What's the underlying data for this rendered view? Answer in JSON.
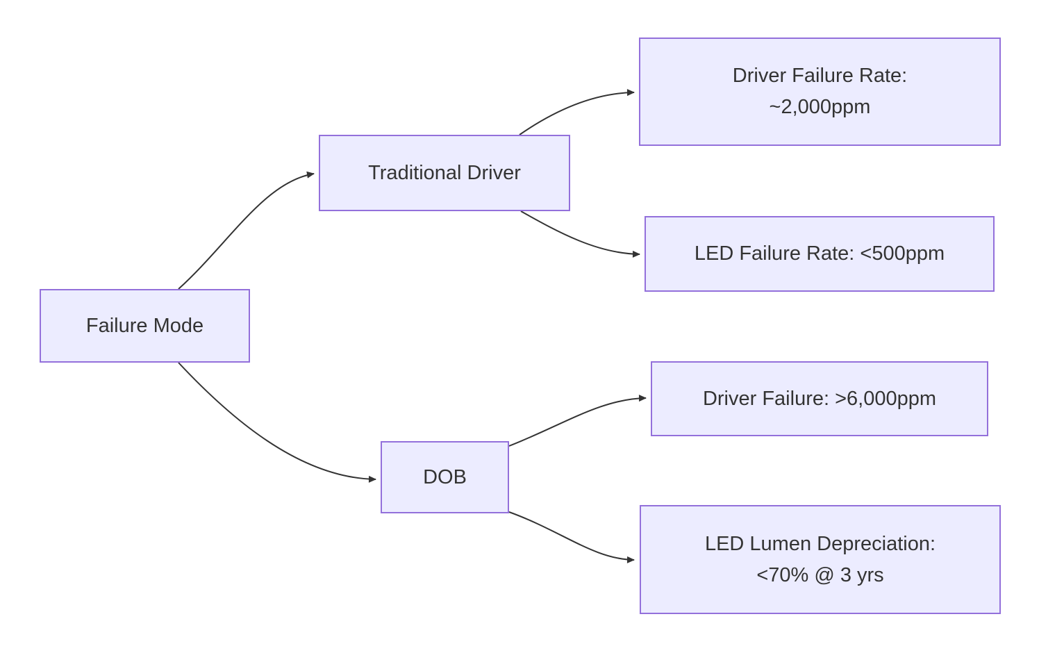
{
  "diagram": {
    "type": "flowchart",
    "colors": {
      "node_fill": "#ECECFF",
      "node_border": "#9370DB",
      "edge_stroke": "#333333",
      "text": "#333333",
      "background": "#FFFFFF"
    },
    "nodes": {
      "failure_mode": {
        "label": "Failure Mode"
      },
      "traditional_driver": {
        "label": "Traditional Driver"
      },
      "dob": {
        "label": "DOB"
      },
      "driver_failure_rate": {
        "line1": "Driver Failure Rate:",
        "line2": "~2,000ppm"
      },
      "led_failure_rate": {
        "label": "LED Failure Rate: <500ppm"
      },
      "driver_failure": {
        "label": "Driver Failure: >6,000ppm"
      },
      "led_lumen_depreciation": {
        "line1": "LED Lumen Depreciation:",
        "line2": "<70% @ 3 yrs"
      }
    },
    "edges": [
      {
        "from": "failure_mode",
        "to": "traditional_driver"
      },
      {
        "from": "failure_mode",
        "to": "dob"
      },
      {
        "from": "traditional_driver",
        "to": "driver_failure_rate"
      },
      {
        "from": "traditional_driver",
        "to": "led_failure_rate"
      },
      {
        "from": "dob",
        "to": "driver_failure"
      },
      {
        "from": "dob",
        "to": "led_lumen_depreciation"
      }
    ]
  }
}
